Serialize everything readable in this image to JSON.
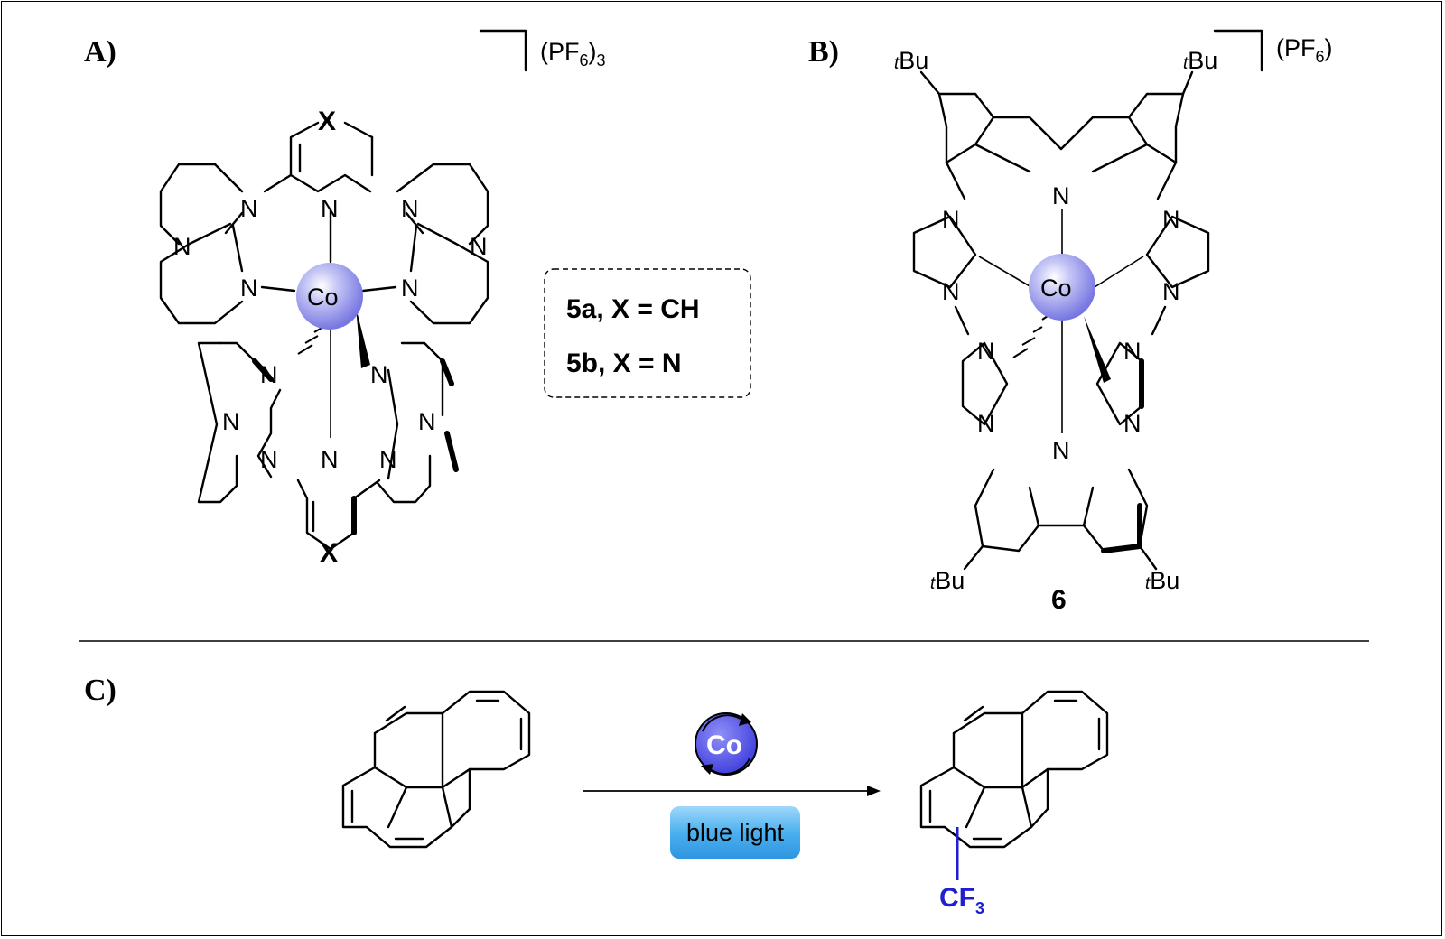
{
  "panels": {
    "a": "A)",
    "b": "B)",
    "c": "C)"
  },
  "complex_5": {
    "counterion_main": "(PF",
    "counterion_sub": "6",
    "counterion_close": ")",
    "counterion_mult": "3",
    "metal": "Co",
    "x_atom": "X",
    "n_atom": "N",
    "legend": {
      "line1_id": "5a",
      "line1_text": ", X = CH",
      "line2_id": "5b",
      "line2_text": ", X = N"
    }
  },
  "complex_6": {
    "counterion_main": "(PF",
    "counterion_sub": "6",
    "counterion_close": ")",
    "metal": "Co",
    "tbu_sup": "t",
    "tbu_text": "Bu",
    "compound_id": "6"
  },
  "reaction": {
    "catalyst": "Co",
    "condition": "blue light",
    "product_group": "CF",
    "product_group_sub": "3"
  },
  "colors": {
    "metal_sphere": "#8888ee",
    "catalyst_circle": "#5555ee",
    "light_button": "#4fb3ee",
    "cf3": "#1f1fd0"
  }
}
